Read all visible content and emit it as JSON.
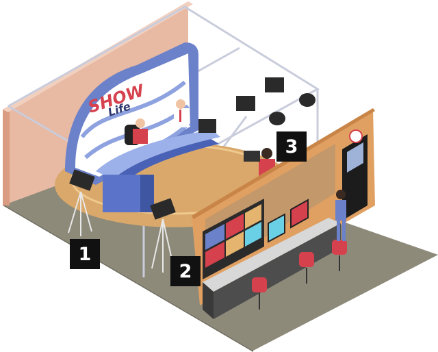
{
  "logo": {
    "word1": "SHOW",
    "word2": "Life"
  },
  "callouts": [
    {
      "label": "1"
    },
    {
      "label": "2"
    },
    {
      "label": "3"
    }
  ],
  "colors": {
    "floor": "#8d8a7a",
    "back_wall": "#e8b9a3",
    "stage": "#d9a86a",
    "desk": "#5b73c8",
    "backdrop": "#6b81c9",
    "wood_wall": "#e0a062",
    "chair": "#d6414e",
    "badge": "#111111"
  }
}
